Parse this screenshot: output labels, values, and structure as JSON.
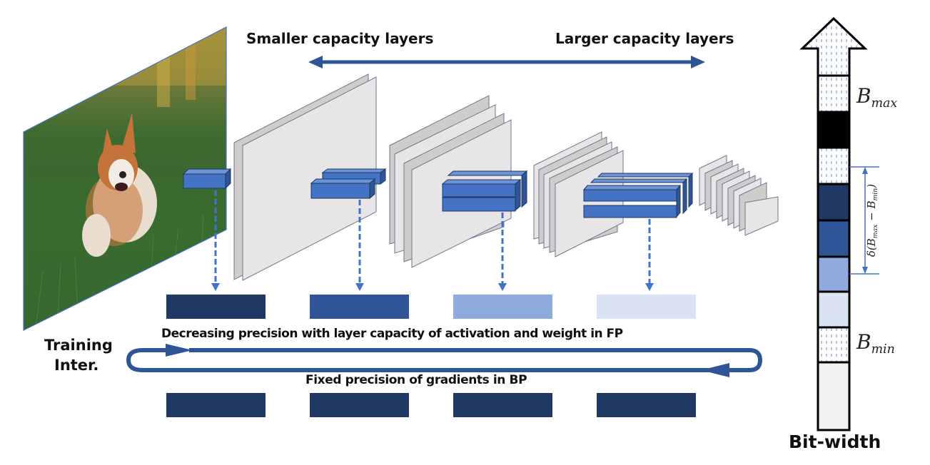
{
  "labels": {
    "smaller_capacity": "Smaller capacity layers",
    "larger_capacity": "Larger capacity layers",
    "fp_caption": "Decreasing precision with layer capacity of activation and weight in FP",
    "bp_caption": "Fixed precision of gradients in BP",
    "training_line1": "Training",
    "training_line2": "Inter.",
    "bitwidth": "Bit-width",
    "bmax_base": "B",
    "bmax_sub": "max",
    "bmin_base": "B",
    "bmin_sub": "min",
    "delta_expr": "δ(B",
    "delta_sub1": "max",
    "delta_minus": " − B",
    "delta_sub2": "min",
    "delta_close": ")"
  },
  "input_image": {
    "subject": "dog-photo"
  },
  "colors": {
    "dark_navy": "#203864",
    "medium_blue": "#2F5597",
    "light_blue": "#8FAADC",
    "pale_blue": "#DAE3F3",
    "very_light_gray": "#F2F2F2",
    "black": "#000000",
    "block_blue": "#4472C4",
    "arrow_blue": "#2F5597"
  },
  "fp_precision_blocks": [
    "#203864",
    "#2F5597",
    "#8FAADC",
    "#DAE3F3"
  ],
  "bp_precision_blocks": [
    "#203864",
    "#203864",
    "#203864",
    "#203864"
  ],
  "bit_width_bar": {
    "segments": [
      "dotted",
      "black",
      "dotted",
      "#203864",
      "#2F5597",
      "#8FAADC",
      "#DAE3F3",
      "dotted",
      "#F2F2F2",
      "dotted"
    ]
  },
  "icons": {
    "capacity_arrow": "double-headed-arrow-icon",
    "cycle_arrow": "loop-arrow-icon",
    "bitwidth_arrow": "up-arrow-icon",
    "dashed_down_arrow": "dashed-down-arrow-icon"
  }
}
